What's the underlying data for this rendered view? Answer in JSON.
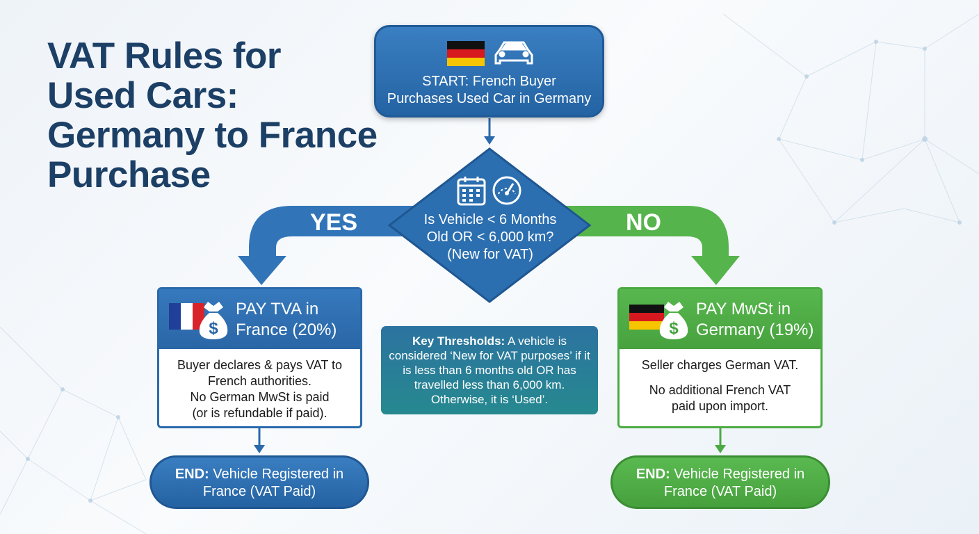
{
  "title": "VAT Rules for\nUsed Cars:\nGermany to France\nPurchase",
  "colors": {
    "title": "#1c3f66",
    "blue": "#2a69ab",
    "green": "#4caa44",
    "teal": "#26898f"
  },
  "start": {
    "icons": [
      "germany-flag-icon",
      "car-icon"
    ],
    "text": "START: French Buyer\nPurchases Used Car in Germany"
  },
  "decision": {
    "icons": [
      "calendar-icon",
      "speedometer-icon"
    ],
    "text": "Is Vehicle < 6 Months\nOld OR < 6,000 km?\n(New for VAT)"
  },
  "branches": {
    "yes_label": "YES",
    "no_label": "NO"
  },
  "left_card": {
    "icons": [
      "france-flag-icon",
      "money-bag-icon"
    ],
    "heading": "PAY TVA in\nFrance (20%)",
    "body": "Buyer declares & pays VAT to\nFrench authorities.\nNo German MwSt is paid\n(or is refundable if paid)."
  },
  "right_card": {
    "icons": [
      "germany-flag-icon",
      "money-bag-icon"
    ],
    "heading": "PAY MwSt in\nGermany (19%)",
    "body_line1": "Seller charges German VAT.",
    "body_line2": "No additional French VAT\npaid upon import."
  },
  "key_thresholds": {
    "label": "Key Thresholds:",
    "text": " A vehicle is considered ‘New for VAT purposes’ if it is less than 6 months old OR has travelled less than 6,000 km. Otherwise, it is ‘Used’."
  },
  "end_left": {
    "label": "END:",
    "text": " Vehicle Registered in France (VAT Paid)"
  },
  "end_right": {
    "label": "END:",
    "text": " Vehicle Registered in France (VAT Paid)"
  }
}
